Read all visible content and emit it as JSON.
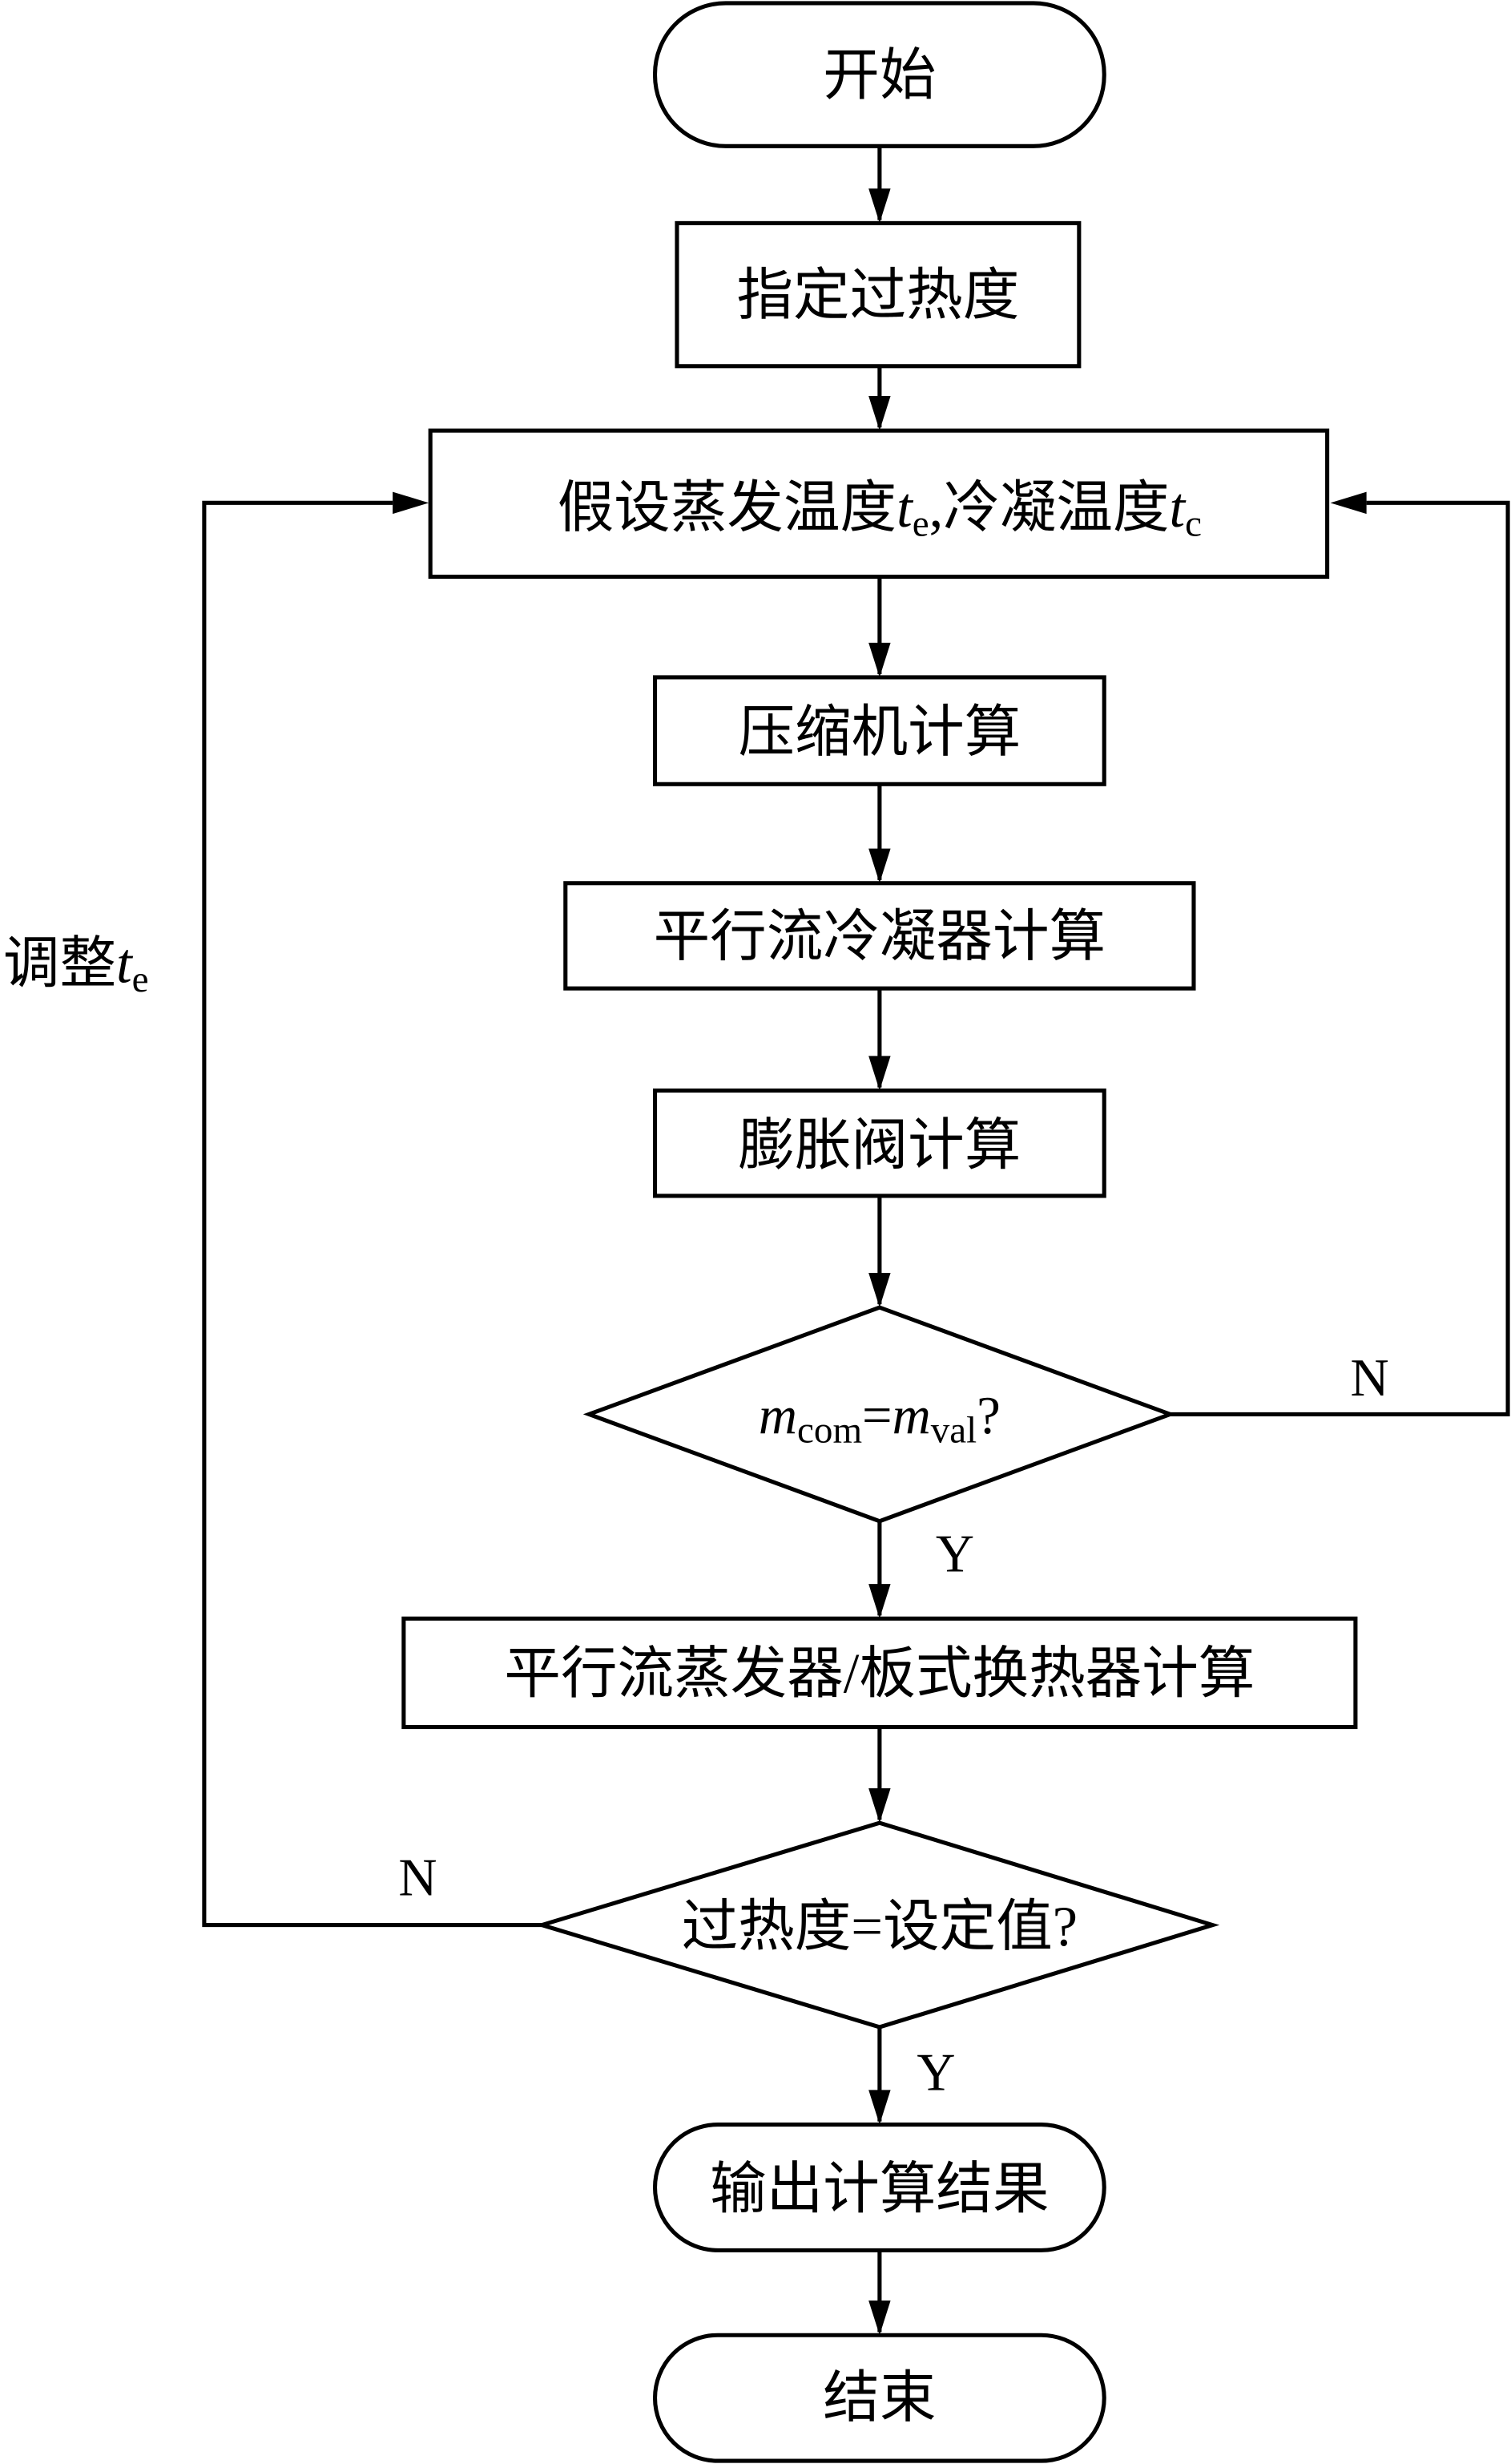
{
  "diagram": {
    "type": "flowchart",
    "nodes": {
      "start": {
        "label": "开始",
        "shape": "terminal"
      },
      "set_superheat": {
        "label": "指定过热度",
        "shape": "process"
      },
      "assume_temps": {
        "label_a": "假设蒸发温度",
        "var_a": "t",
        "sub_a": "e",
        "sep": ",",
        "label_b": "冷凝温度",
        "var_b": "t",
        "sub_b": "c",
        "shape": "process"
      },
      "compressor": {
        "label": "压缩机计算",
        "shape": "process"
      },
      "condenser": {
        "label": "平行流冷凝器计算",
        "shape": "process"
      },
      "valve": {
        "label": "膨胀阀计算",
        "shape": "process"
      },
      "decision_mass": {
        "var1": "m",
        "sub1": "com",
        "eq": "=",
        "var2": "m",
        "sub2": "val",
        "q": "?",
        "shape": "decision"
      },
      "evaporator": {
        "label": "平行流蒸发器/板式换热器计算",
        "shape": "process"
      },
      "decision_superheat": {
        "label": "过热度=设定值?",
        "shape": "decision"
      },
      "output": {
        "label": "输出计算结果",
        "shape": "terminal"
      },
      "end": {
        "label": "结束",
        "shape": "terminal"
      }
    },
    "edge_labels": {
      "mass_no": "N",
      "mass_yes": "Y",
      "superheat_no": "N",
      "superheat_yes": "Y",
      "adjust": "调整",
      "adjust_var": "t",
      "adjust_sub": "e"
    }
  }
}
